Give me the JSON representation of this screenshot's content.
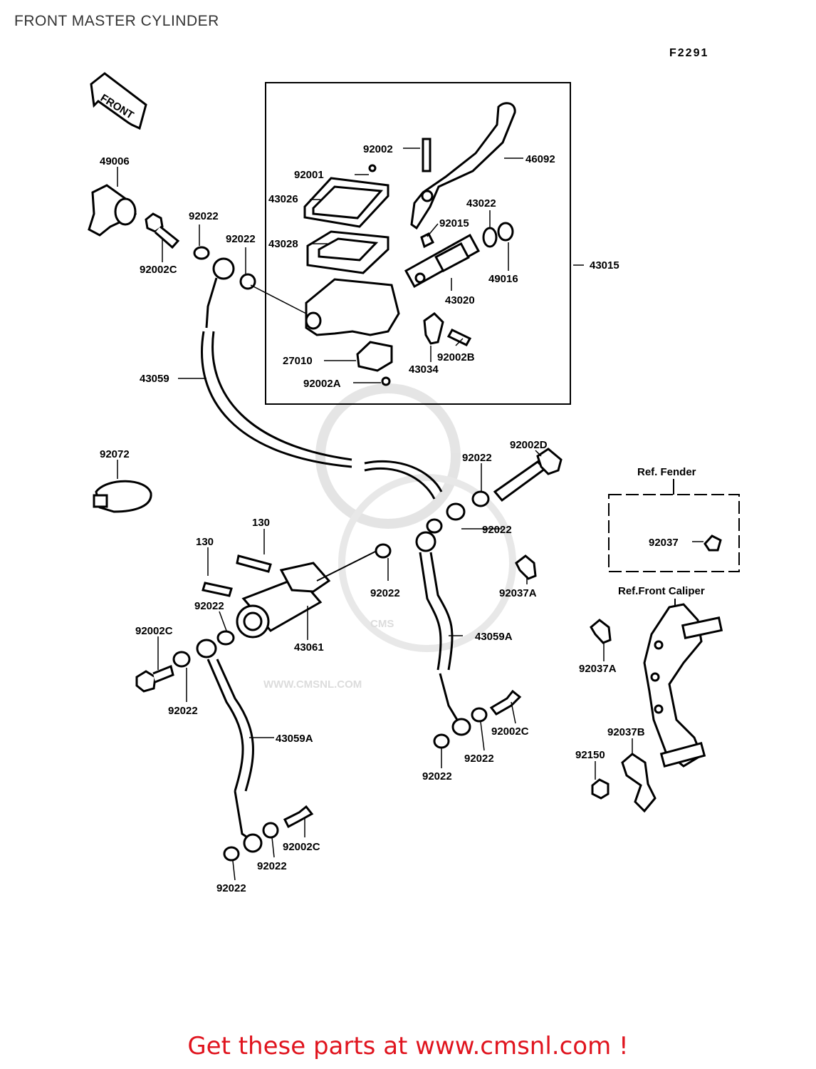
{
  "header": {
    "title": "FRONT MASTER CYLINDER",
    "figure_code": "F2291"
  },
  "front_arrow": {
    "label": "FRONT"
  },
  "ref_fender": {
    "title": "Ref. Fender"
  },
  "ref_caliper": {
    "title": "Ref.Front Caliper"
  },
  "watermark": {
    "brand": "CMS",
    "url": "WWW.CMSNL.COM"
  },
  "footer": {
    "cta": "Get these parts at www.cmsnl.com !"
  },
  "callouts": [
    {
      "id": "c-49006",
      "text": "49006"
    },
    {
      "id": "c-92022-a",
      "text": "92022"
    },
    {
      "id": "c-92002c-a",
      "text": "92002C"
    },
    {
      "id": "c-92022-b",
      "text": "92022"
    },
    {
      "id": "c-92002-a",
      "text": "92002"
    },
    {
      "id": "c-46092",
      "text": "46092"
    },
    {
      "id": "c-92001",
      "text": "92001"
    },
    {
      "id": "c-43026",
      "text": "43026"
    },
    {
      "id": "c-43022",
      "text": "43022"
    },
    {
      "id": "c-43028",
      "text": "43028"
    },
    {
      "id": "c-92015",
      "text": "92015"
    },
    {
      "id": "c-43015",
      "text": "43015"
    },
    {
      "id": "c-49016",
      "text": "49016"
    },
    {
      "id": "c-43020",
      "text": "43020"
    },
    {
      "id": "c-27010",
      "text": "27010"
    },
    {
      "id": "c-92002b",
      "text": "92002B"
    },
    {
      "id": "c-43034",
      "text": "43034"
    },
    {
      "id": "c-92002a",
      "text": "92002A"
    },
    {
      "id": "c-43059",
      "text": "43059"
    },
    {
      "id": "c-92072",
      "text": "92072"
    },
    {
      "id": "c-92002d",
      "text": "92002D"
    },
    {
      "id": "c-92022-c",
      "text": "92022"
    },
    {
      "id": "c-92022-d",
      "text": "92022"
    },
    {
      "id": "c-130-a",
      "text": "130"
    },
    {
      "id": "c-130-b",
      "text": "130"
    },
    {
      "id": "c-92037",
      "text": "92037"
    },
    {
      "id": "c-92022-e",
      "text": "92022"
    },
    {
      "id": "c-92037a-a",
      "text": "92037A"
    },
    {
      "id": "c-92022-f",
      "text": "92022"
    },
    {
      "id": "c-43061",
      "text": "43061"
    },
    {
      "id": "c-92002c-b",
      "text": "92002C"
    },
    {
      "id": "c-43059a-a",
      "text": "43059A"
    },
    {
      "id": "c-92037a-b",
      "text": "92037A"
    },
    {
      "id": "c-92022-g",
      "text": "92022"
    },
    {
      "id": "c-92002c-c",
      "text": "92002C"
    },
    {
      "id": "c-92037b",
      "text": "92037B"
    },
    {
      "id": "c-92022-h",
      "text": "92022"
    },
    {
      "id": "c-92150",
      "text": "92150"
    },
    {
      "id": "c-43059a-b",
      "text": "43059A"
    },
    {
      "id": "c-92022-i",
      "text": "92022"
    },
    {
      "id": "c-92002c-d",
      "text": "92002C"
    },
    {
      "id": "c-92022-j",
      "text": "92022"
    },
    {
      "id": "c-92022-k",
      "text": "92022"
    }
  ]
}
